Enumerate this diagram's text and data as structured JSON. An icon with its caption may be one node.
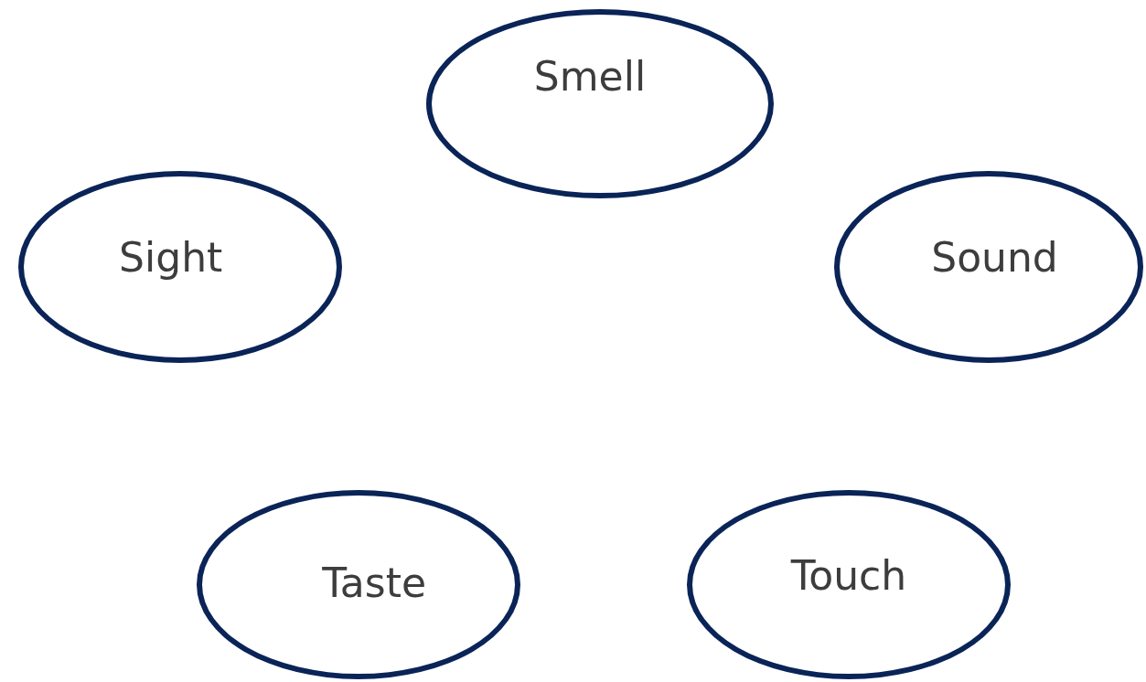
{
  "diagram": {
    "nodes": [
      {
        "text": [
          "Smell"
        ]
      },
      {
        "text": [
          "Sight"
        ]
      },
      {
        "text": [
          "Sound"
        ]
      },
      {
        "text": [
          "Taste"
        ]
      },
      {
        "text": [
          "Touch"
        ]
      }
    ]
  }
}
